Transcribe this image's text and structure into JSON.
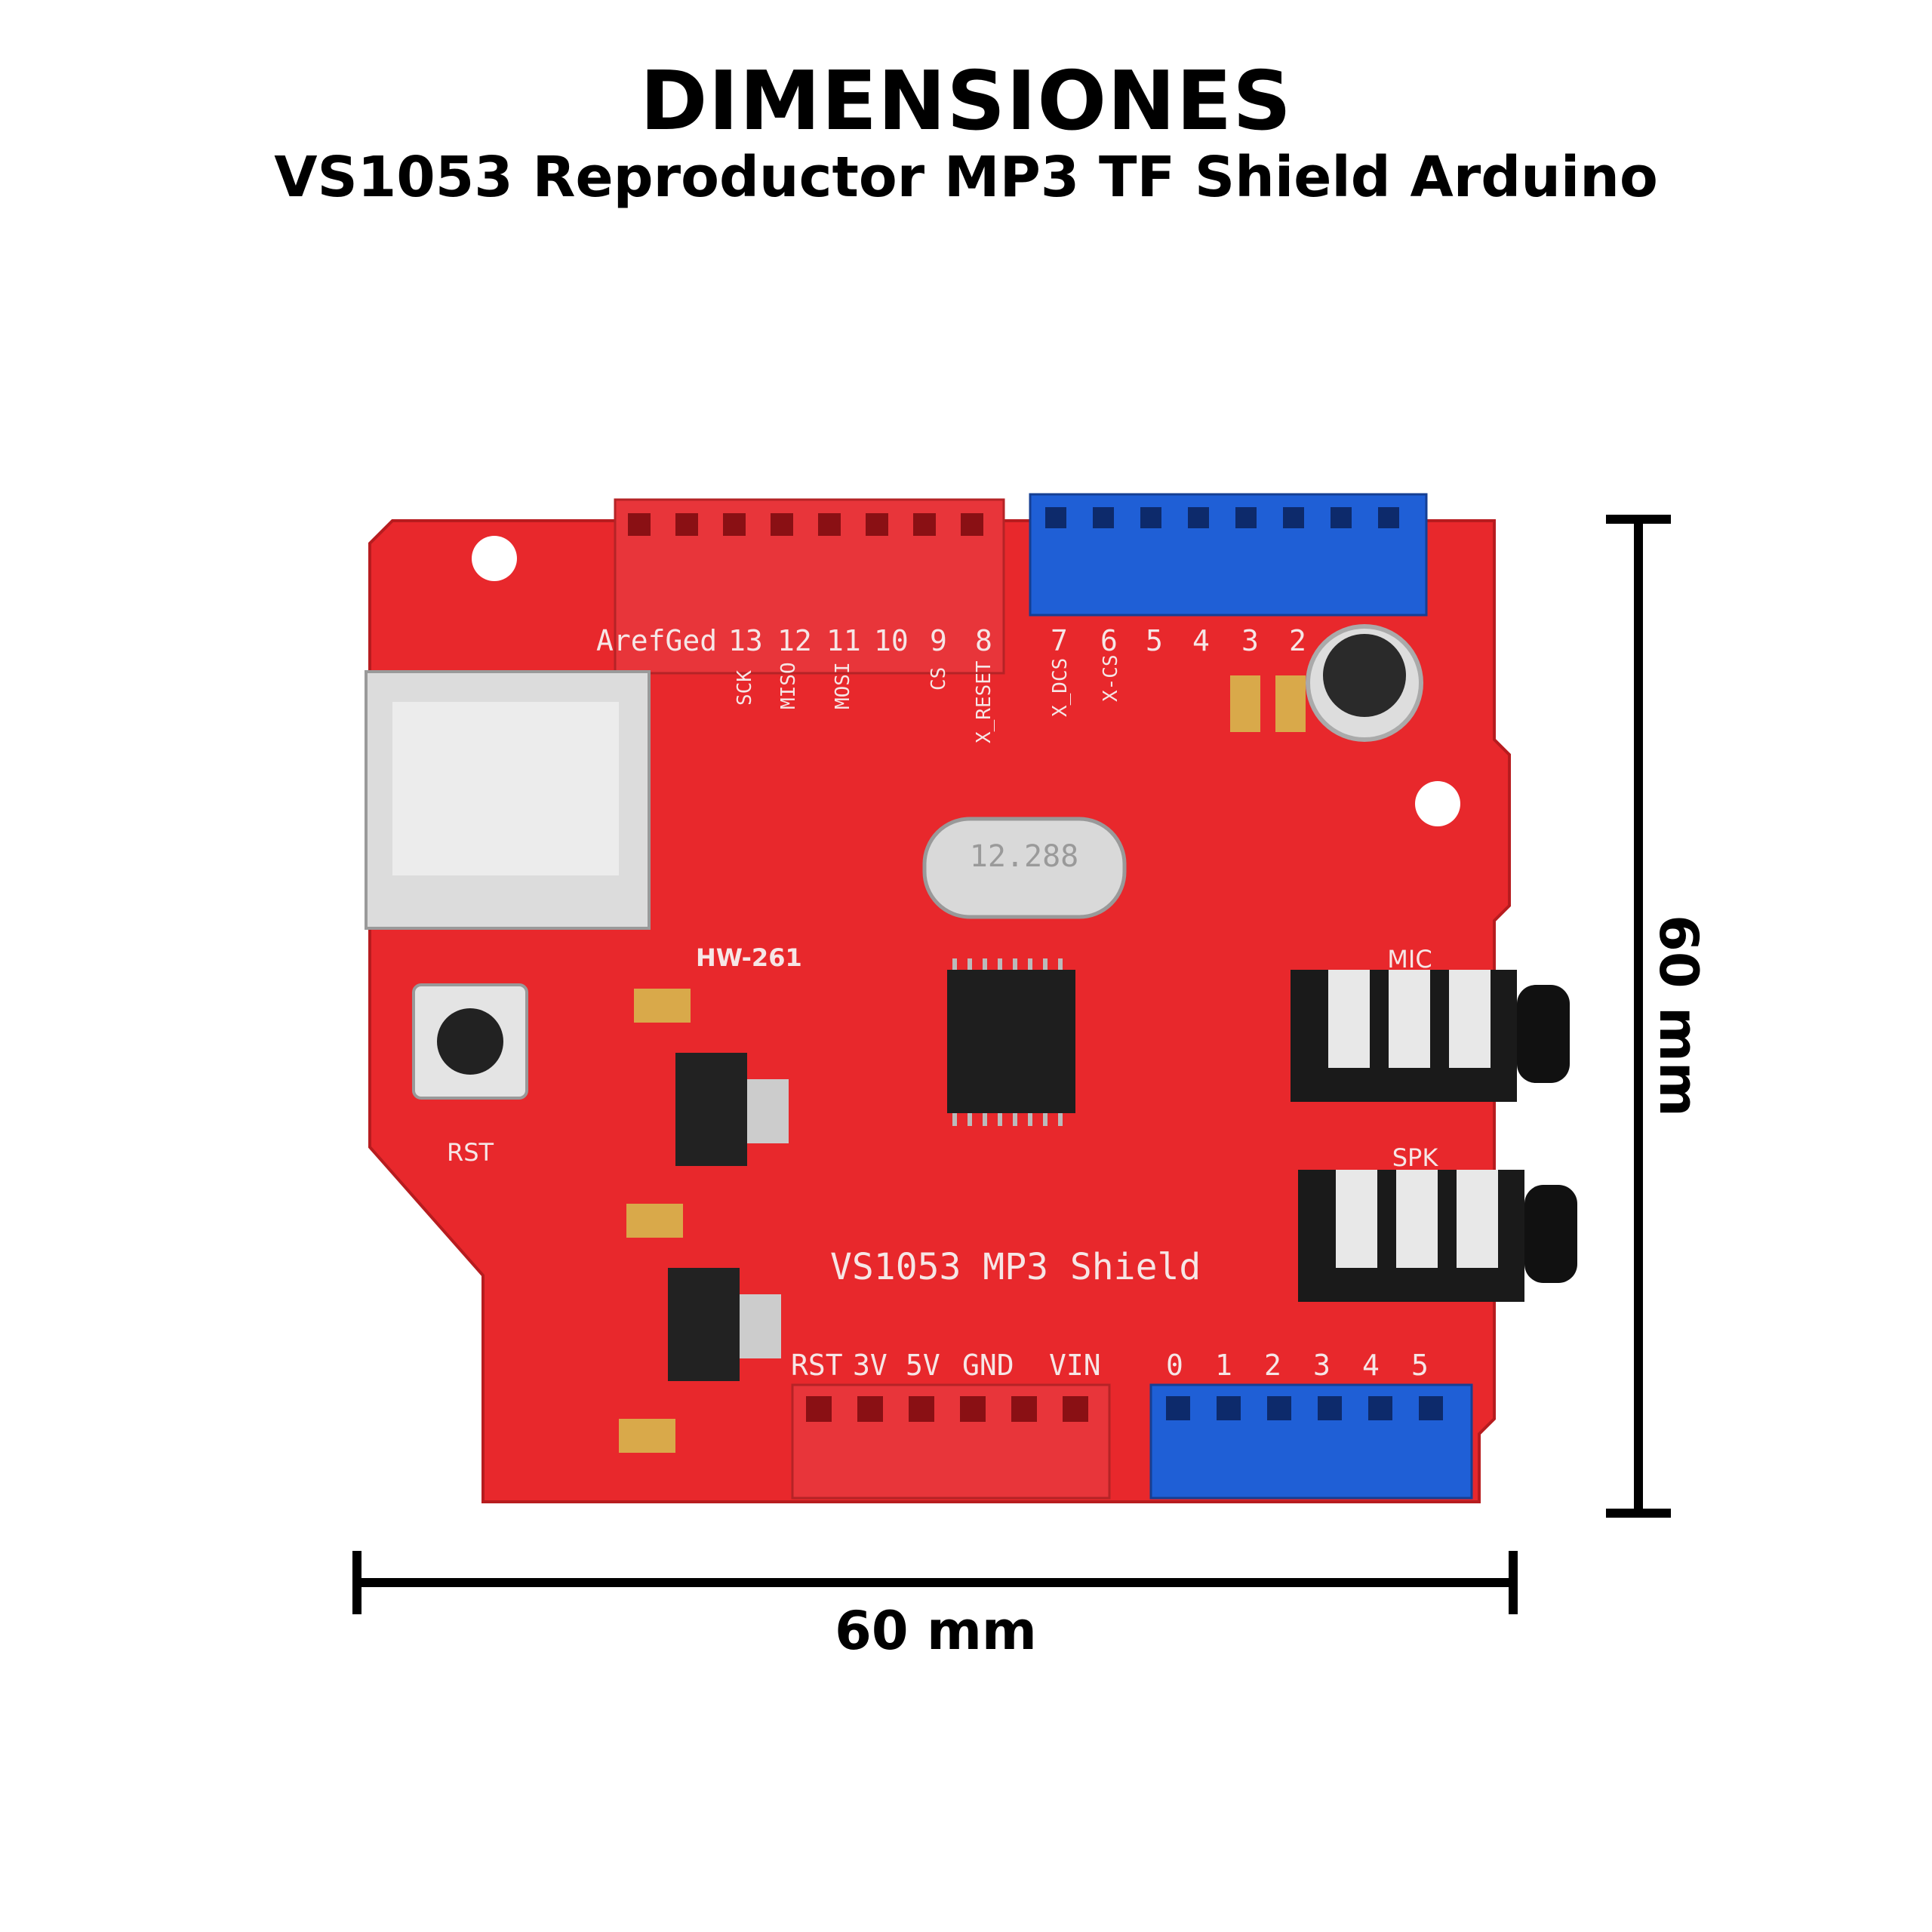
{
  "title": "DIMENSIONES",
  "subtitle": "VS1053 Reproductor MP3 TF Shield Arduino",
  "dimensions": {
    "width_label": "60 mm",
    "height_label": "60 mm"
  },
  "board": {
    "top_header_labels": [
      "ArefGed",
      "13",
      "12",
      "11",
      "10",
      "9",
      "8",
      "7",
      "6",
      "5",
      "4",
      "3",
      "2"
    ],
    "pin_function_labels": [
      "SCK",
      "MISO",
      "MOSI",
      "CS",
      "X_RESET",
      "X_DCS",
      "X-CS"
    ],
    "crystal": "12.288",
    "model": "HW-261",
    "reset_label": "RST",
    "jack_labels": [
      "MIC",
      "SPK"
    ],
    "board_name": "VS1053 MP3 Shield",
    "power_labels": [
      "RST",
      "3V",
      "5V",
      "GND",
      "VIN"
    ],
    "analog_labels": [
      "0",
      "1",
      "2",
      "3",
      "4",
      "5"
    ],
    "colors": {
      "pcb": "#e8282c",
      "header_red": "#e8353a",
      "header_blue": "#1f5fd6"
    }
  }
}
